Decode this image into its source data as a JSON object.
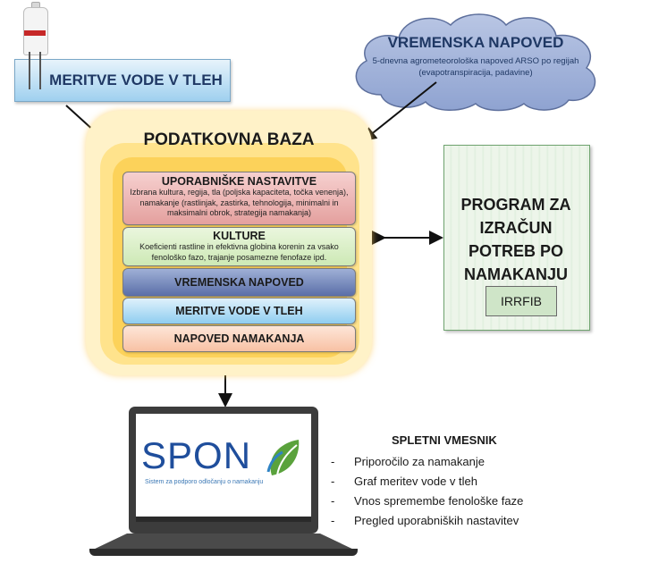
{
  "soil_sensor": {
    "label": "MERITVE VODE V TLEH"
  },
  "weather": {
    "title": "VREMENSKA NAPOVED",
    "description": "5-dnevna agrometeorološka napoved ARSO po regijah (evapotranspiracija, padavine)"
  },
  "database": {
    "title": "PODATKOVNA BAZA",
    "user_settings": {
      "title": "UPORABNIŠKE NASTAVITVE",
      "description": "Izbrana kultura, regija, tla (poljska kapaciteta, točka venenja), namakanje (rastlinjak, zastirka, tehnologija, minimalni in maksimalni obrok, strategija namakanja)"
    },
    "crops": {
      "title": "KULTURE",
      "description": "Koeficienti rastline in efektivna globina korenin za vsako fenološko fazo, trajanje posamezne fenofaze ipd."
    },
    "weather_forecast": "VREMENSKA NAPOVED",
    "soil_water": "MERITVE VODE V TLEH",
    "irrigation_forecast": "NAPOVED NAMAKANJA"
  },
  "program": {
    "title_lines": [
      "PROGRAM ZA",
      "IZRAČUN",
      "POTREB PO",
      "NAMAKANJU"
    ],
    "tag": "IRRFIB"
  },
  "laptop": {
    "logo": "SPON",
    "logo_sub": "Sistem za podporo odločanju o namakanju"
  },
  "web_interface": {
    "title": "SPLETNI VMESNIK",
    "items": [
      "Priporočilo za namakanje",
      "Graf meritev vode v tleh",
      "Vnos spremembe fenološke faze",
      "Pregled uporabniških nastavitev"
    ],
    "bullet": "-"
  },
  "colors": {
    "dark_blue_text": "#1f3864",
    "db_yellow": "#fcd25a",
    "user_settings": "#e4a09e",
    "crops": "#cde9b5",
    "weather_bar": "#5a6ea8",
    "soil_bar": "#8fcdf0",
    "irrigation_bar": "#f8c1a4",
    "program_green": "#cfe5c8"
  }
}
